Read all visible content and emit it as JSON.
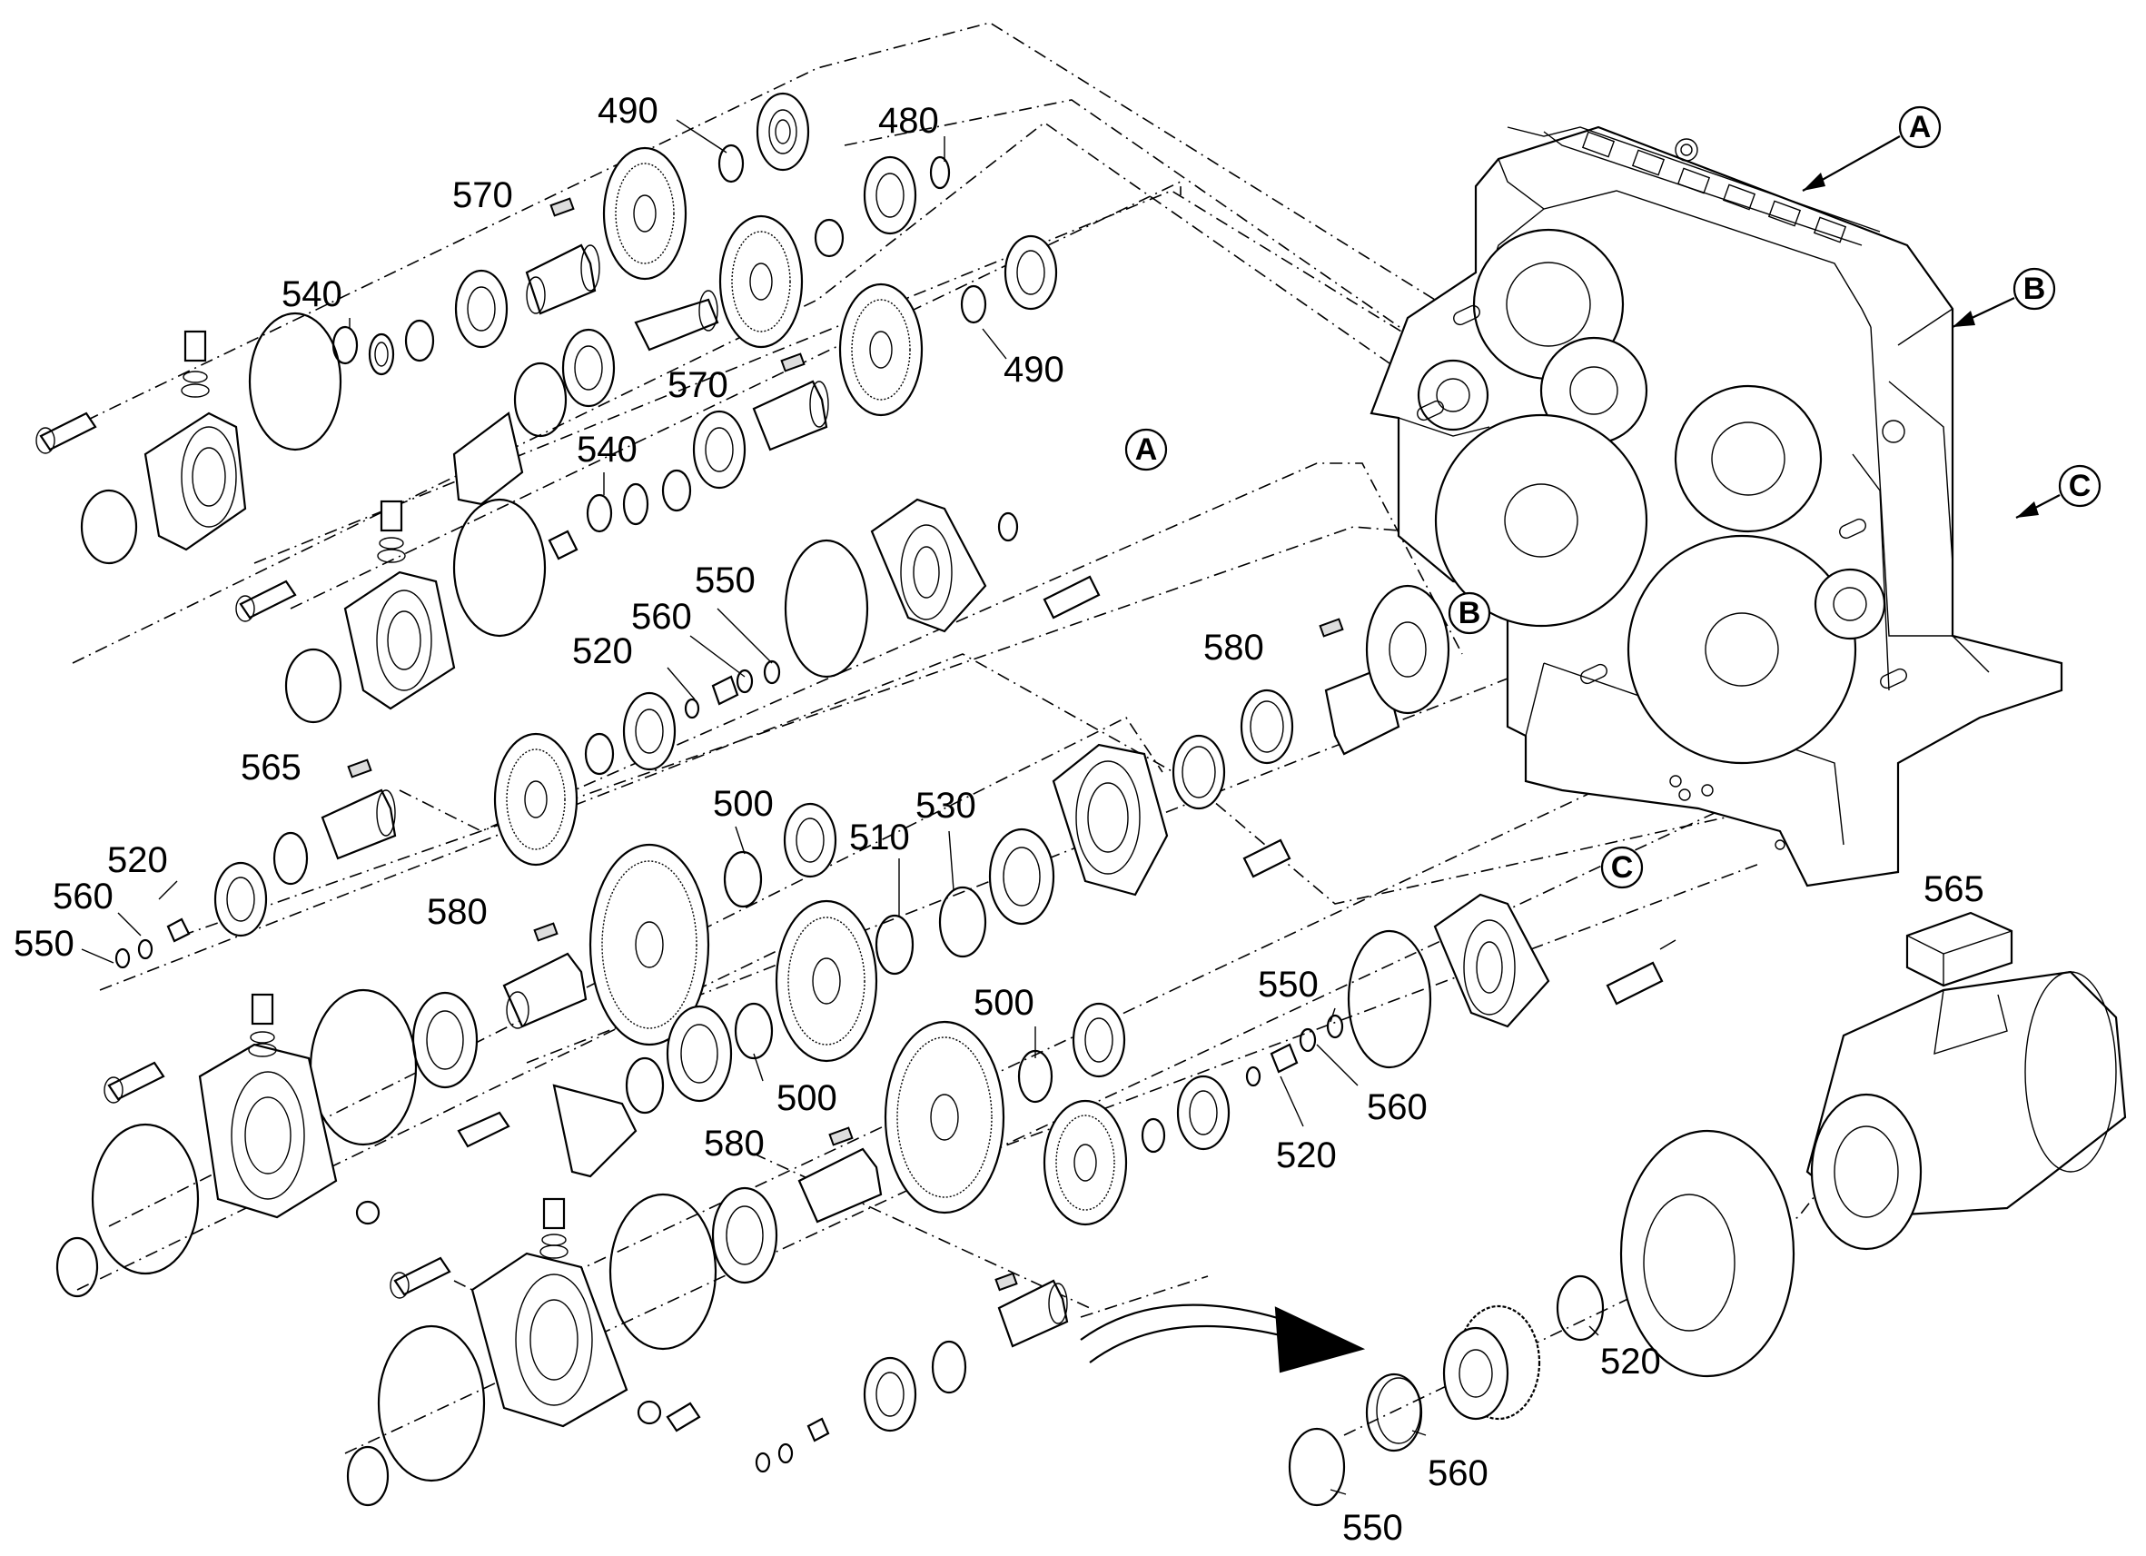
{
  "labels": {
    "p490_a": "490",
    "p480": "480",
    "p570_a": "570",
    "p540_a": "540",
    "p490_b": "490",
    "p570_b": "570",
    "p540_b": "540",
    "p550_a": "550",
    "p560_a": "560",
    "p520_a": "520",
    "p580_a": "580",
    "p565_a": "565",
    "p500_a": "500",
    "p510": "510",
    "p530": "530",
    "p520_b": "520",
    "p560_b": "560",
    "p550_b": "550",
    "p580_b": "580",
    "p500_b": "500",
    "p500_c": "500",
    "p550_c": "550",
    "p560_c": "560",
    "p520_c": "520",
    "p580_c": "580",
    "p565_b": "565",
    "p520_d": "520",
    "p560_d": "560",
    "p550_d": "550"
  },
  "callouts": {
    "a_top": "A",
    "b_top": "B",
    "c_top": "C",
    "a_mid": "A",
    "b_mid": "B",
    "c_mid": "C"
  },
  "colors": {
    "line": "#000000",
    "background": "#ffffff"
  }
}
